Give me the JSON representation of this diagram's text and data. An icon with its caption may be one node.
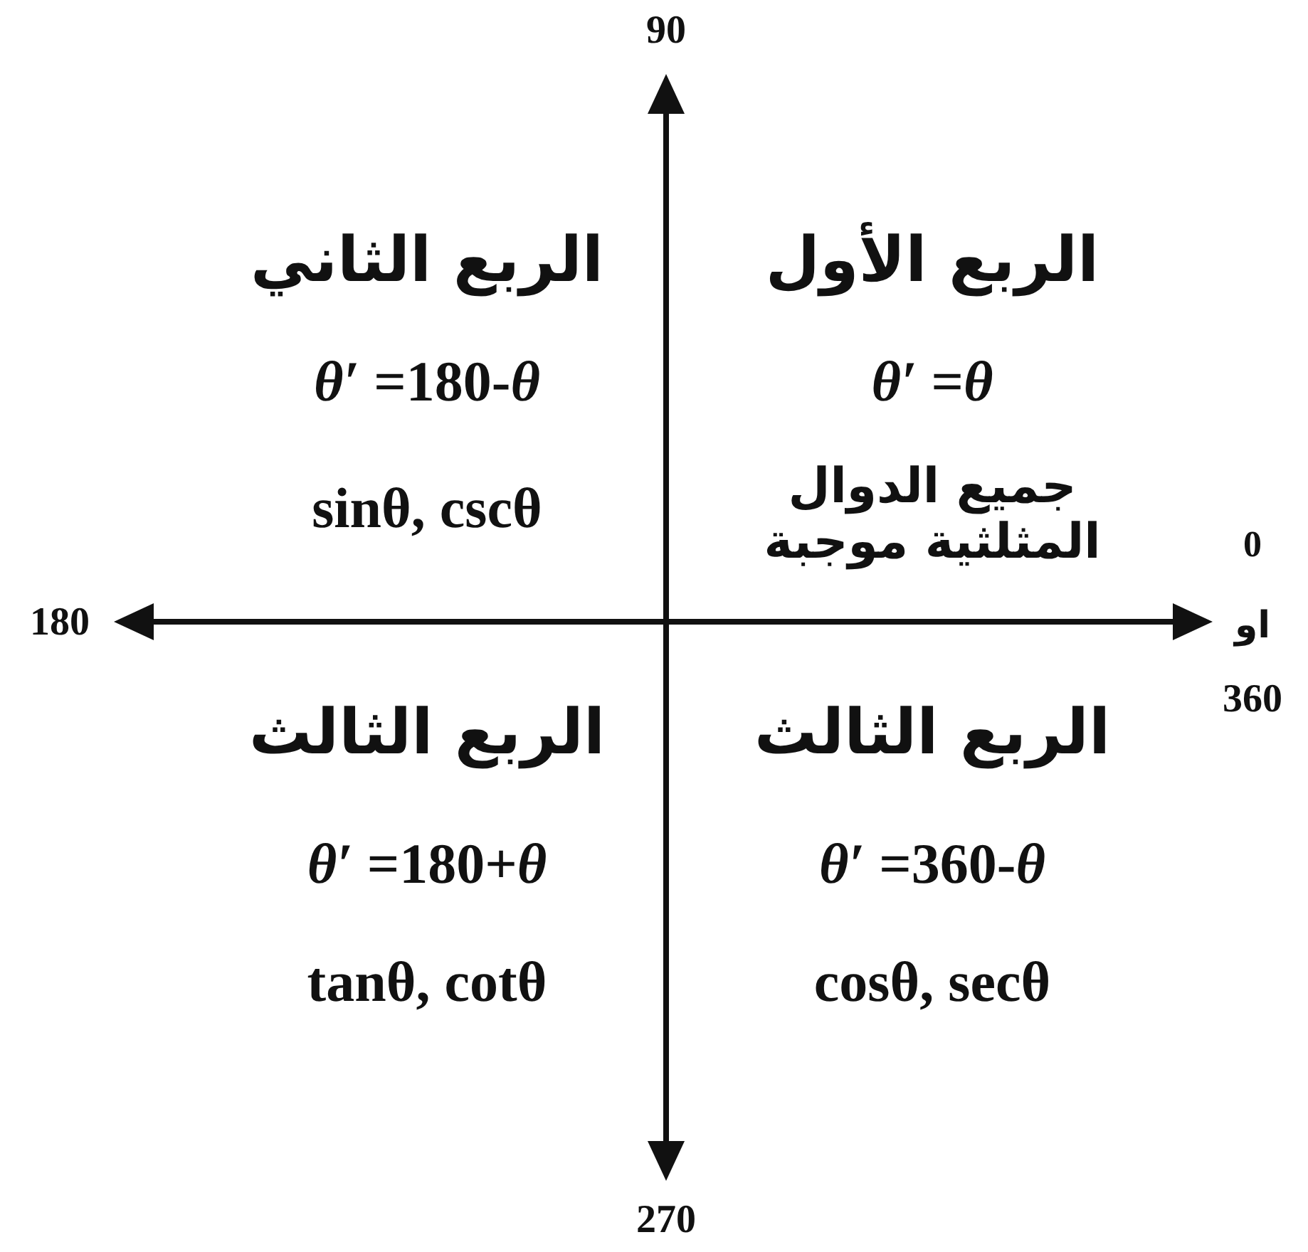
{
  "diagram": {
    "labels": [
      "90",
      "الربع الثاني",
      "*θ′* =180-*θ*",
      "sinθ, cscθ",
      "الربع الأول",
      "*θ′* =*θ*",
      "جميع الدوال المثلثية موجبة",
      "0",
      "او",
      "360",
      "180",
      "الربع الثالث",
      "*θ′* =180+*θ*",
      "tanθ, cotθ",
      "الربع الثالث",
      "*θ′* =360-*θ*",
      "cosθ, secθ",
      "270"
    ]
  }
}
